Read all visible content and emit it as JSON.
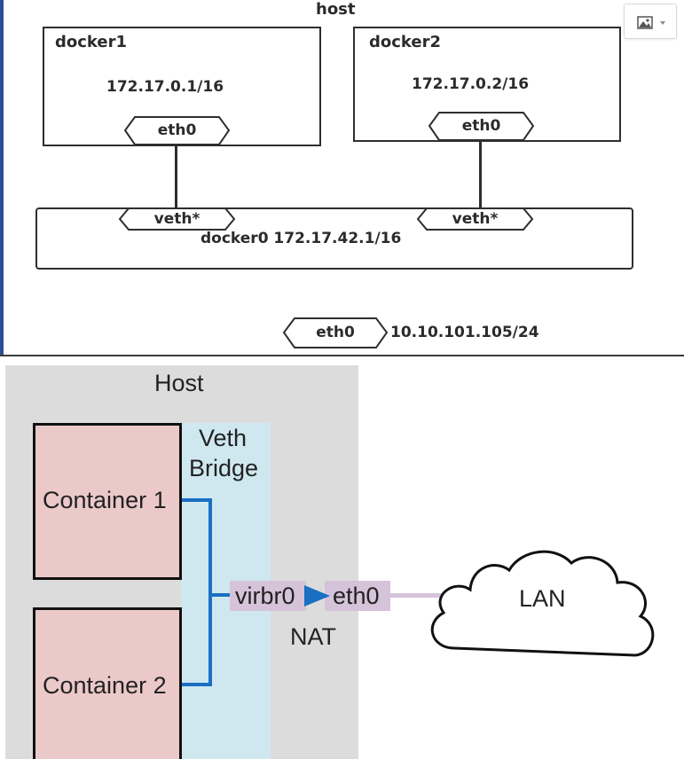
{
  "top_diagram": {
    "host_label": "host",
    "containers": [
      {
        "name": "docker1",
        "ip": "172.17.0.1/16",
        "iface": "eth0"
      },
      {
        "name": "docker2",
        "ip": "172.17.0.2/16",
        "iface": "eth0"
      }
    ],
    "bridge": {
      "label": "docker0 172.17.42.1/16",
      "ports": [
        "veth*",
        "veth*"
      ]
    },
    "host_iface": {
      "name": "eth0",
      "ip": "10.10.101.105/24"
    }
  },
  "toolbar": {
    "image_button_icon": "image-icon",
    "dropdown_icon": "caret-down-icon"
  },
  "bottom_diagram": {
    "host_label": "Host",
    "bridge_label_line1": "Veth",
    "bridge_label_line2": "Bridge",
    "containers": [
      "Container 1",
      "Container 2"
    ],
    "virbr": "virbr0",
    "eth": "eth0",
    "nat": "NAT",
    "lan": "LAN"
  },
  "colors": {
    "host_bg": "#dcdcdc",
    "bridge_bg": "#cfe8f0",
    "container_fill": "#ecc9c9",
    "link_blue": "#1b6fc2",
    "iface_fill": "#d5c3da"
  }
}
